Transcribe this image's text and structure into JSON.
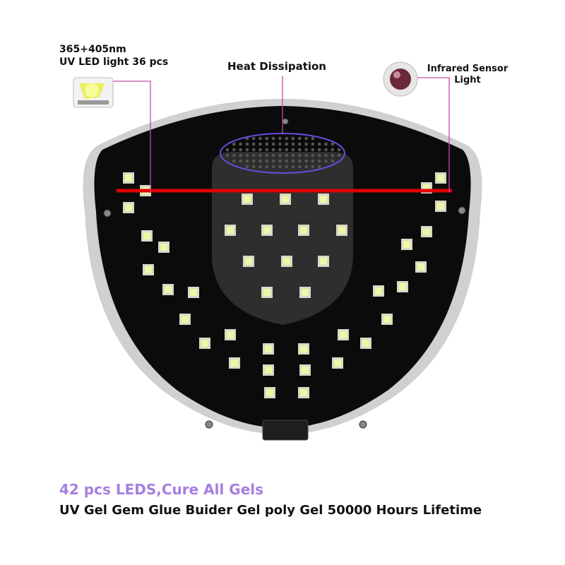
{
  "callouts": {
    "led_line1": "365+405nm",
    "led_line2": "UV LED light 36 pcs",
    "heat": "Heat Dissipation",
    "sensor_line1": "Infrared Sensor",
    "sensor_line2": "Light"
  },
  "captions": {
    "headline": "42 pcs LEDS,Cure All Gels",
    "subline": "UV Gel Gem Glue Buider Gel poly Gel 50000 Hours Lifetime"
  },
  "colors": {
    "body": "#0b0b0b",
    "shell_edge": "#c9c9c9",
    "center_panel": "#2e2e2e",
    "led": "#eef6a8",
    "sensor_beam": "#e00000",
    "callout_line": "#c24aa8",
    "heat_outline": "#6a4ce0",
    "headline": "#a67fe0"
  }
}
